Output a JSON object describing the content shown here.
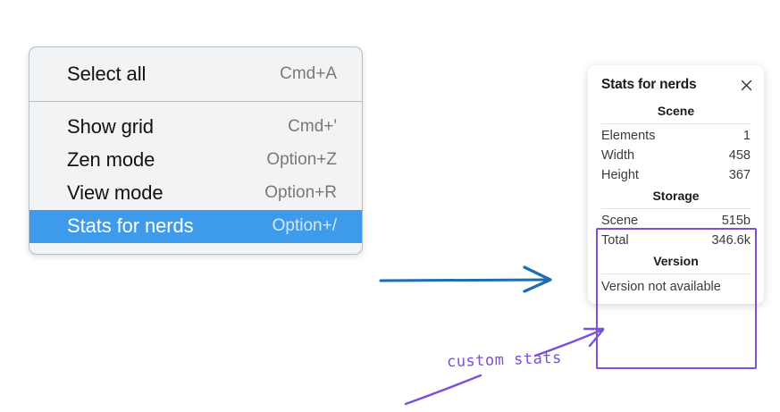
{
  "menu": {
    "groups": [
      {
        "items": [
          {
            "label": "Select all",
            "shortcut": "Cmd+A",
            "selected": false
          }
        ]
      },
      {
        "items": [
          {
            "label": "Show grid",
            "shortcut": "Cmd+'",
            "selected": false
          },
          {
            "label": "Zen mode",
            "shortcut": "Option+Z",
            "selected": false
          },
          {
            "label": "View mode",
            "shortcut": "Option+R",
            "selected": false
          },
          {
            "label": "Stats for nerds",
            "shortcut": "Option+/",
            "selected": true
          }
        ]
      }
    ]
  },
  "stats_panel": {
    "title": "Stats for nerds",
    "close_icon": "close-icon",
    "sections": [
      {
        "name": "scene",
        "heading": "Scene",
        "rows": [
          {
            "key": "Elements",
            "value": "1"
          },
          {
            "key": "Width",
            "value": "458"
          },
          {
            "key": "Height",
            "value": "367"
          }
        ]
      },
      {
        "name": "storage",
        "heading": "Storage",
        "rows": [
          {
            "key": "Scene",
            "value": "515b"
          },
          {
            "key": "Total",
            "value": "346.6k"
          }
        ]
      },
      {
        "name": "version",
        "heading": "Version",
        "full_rows": [
          {
            "text": "Version not available"
          }
        ]
      }
    ]
  },
  "annotations": {
    "custom_stats_label": "custom stats",
    "pointer_arrow": "arrow-right-icon"
  },
  "colors": {
    "menu_background": "#f1f3f4",
    "menu_border": "#b6bfc8",
    "menu_selected": "#3e9bec",
    "menu_selected_text": "#ffffff",
    "menu_shortcut_text": "#79797c",
    "panel_background": "#ffffff",
    "panel_text": "#3a3a40",
    "highlight_purple": "#7b51d8",
    "arrow_blue": "#1f6cb0",
    "page_background": "#ffffff"
  }
}
